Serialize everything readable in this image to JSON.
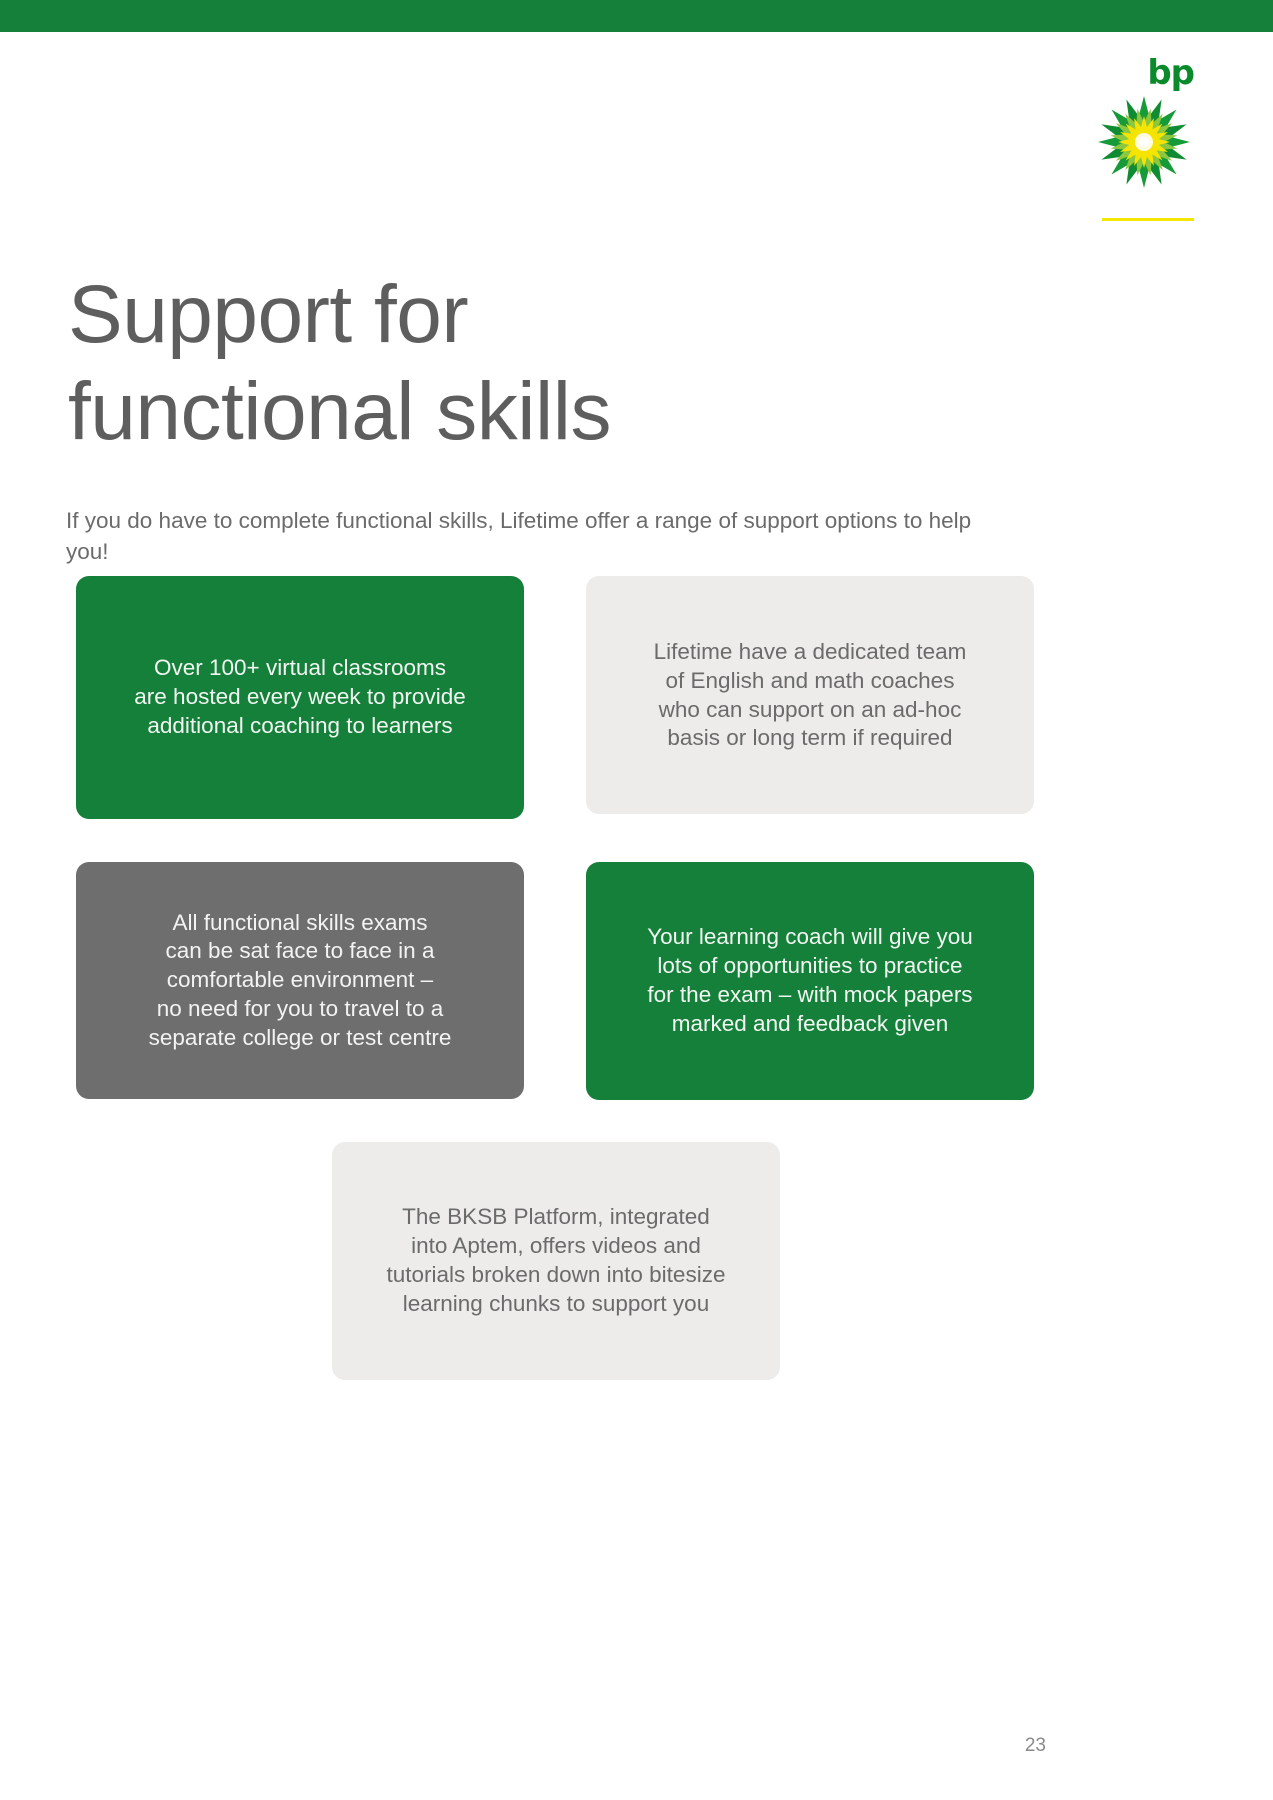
{
  "brand": {
    "bar_color": "#15803a",
    "wordmark": "bp",
    "logo_name": "bp-helios-logo",
    "rule_color": "#f5e600"
  },
  "header": {
    "title_line_1": "Support for",
    "title_line_2": "functional skills",
    "title_color": "#5e5e5e"
  },
  "intro": {
    "text": "If you do have to complete functional skills, Lifetime offer a range of support options to help you!"
  },
  "cards": [
    {
      "id": "virtual-classrooms",
      "style": "green",
      "color": "#15803a",
      "text": "Over 100+ virtual classrooms\nare hosted every week to provide\nadditional coaching to learners"
    },
    {
      "id": "coaching-team",
      "style": "light",
      "color": "#edecea",
      "text": "Lifetime have a dedicated team\nof English and math coaches\nwho can support on an ad-hoc\nbasis or long term if required"
    },
    {
      "id": "face-to-face-exams",
      "style": "dark",
      "color": "#6e6e6e",
      "text": "All functional skills exams\ncan be sat face to face in a\ncomfortable environment –\nno need for you to travel to a\nseparate college or test centre"
    },
    {
      "id": "mock-papers",
      "style": "green",
      "color": "#15803a",
      "text": "Your learning coach will give you\nlots of opportunities to practice\nfor the exam – with mock papers\nmarked and feedback given"
    },
    {
      "id": "bksb-platform",
      "style": "light",
      "color": "#edecea",
      "text": "The BKSB Platform, integrated\ninto Aptem, offers videos and\ntutorials broken down into bitesize\nlearning chunks to support you"
    }
  ],
  "footer": {
    "page_number": "23"
  }
}
